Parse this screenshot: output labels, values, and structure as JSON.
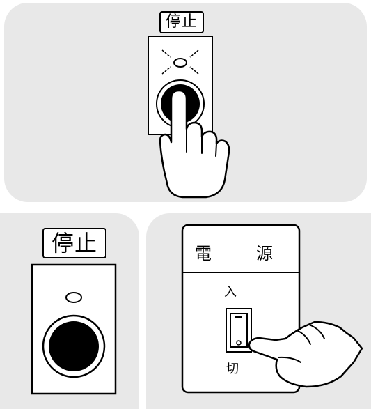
{
  "stop_switch": {
    "label": "停止"
  },
  "power_switch": {
    "title": "電　源",
    "on_label": "入",
    "off_label": "切"
  }
}
